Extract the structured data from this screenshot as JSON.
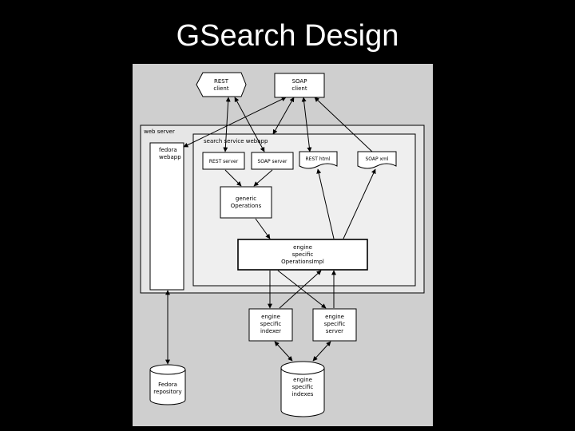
{
  "slide": {
    "title": "GSearch Design"
  },
  "diagram": {
    "rest_client": [
      "REST",
      "client"
    ],
    "soap_client": [
      "SOAP",
      "client"
    ],
    "web_server": "web server",
    "search_service_webapp": "search service webapp",
    "fedora_webapp": [
      "fedora",
      "webapp"
    ],
    "rest_server": "REST server",
    "soap_server": "SOAP server",
    "rest_html": "REST html",
    "soap_xml": "SOAP xml",
    "generic_operations": [
      "generic",
      "Operations"
    ],
    "engine_specific_operations": [
      "engine",
      "specific",
      "OperationsImpl"
    ],
    "engine_specific_indexer": [
      "engine",
      "specific",
      "indexer"
    ],
    "engine_specific_server": [
      "engine",
      "specific",
      "server"
    ],
    "fedora_repository": [
      "Fedora",
      "repository"
    ],
    "engine_specific_indexes": [
      "engine",
      "specific",
      "indexes"
    ]
  },
  "colors": {
    "background": "#000000",
    "diagram_background": "#cfcfcf",
    "box_fill": "#ffffff",
    "web_server_fill": "#e6e6e6",
    "webapp_fill": "#efefef"
  }
}
